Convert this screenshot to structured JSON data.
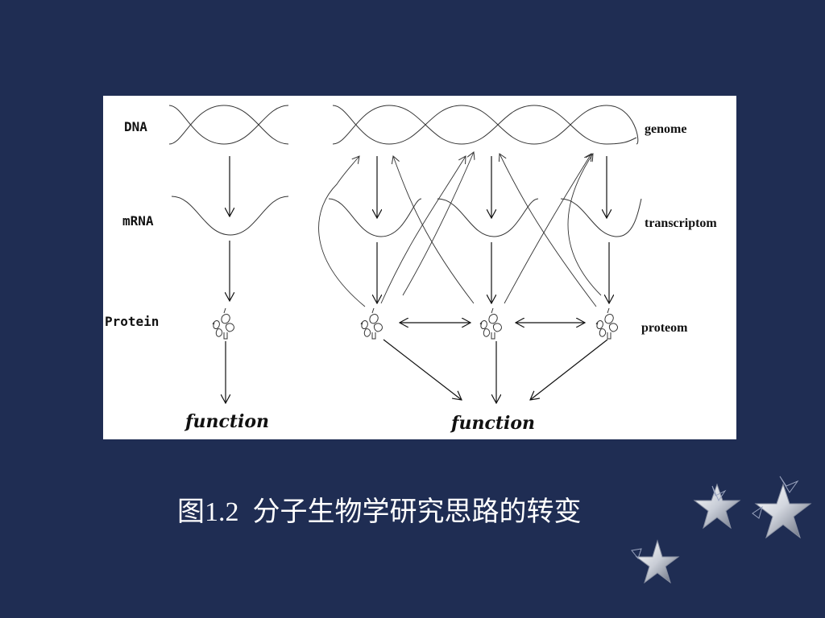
{
  "diagram": {
    "left_labels": {
      "dna": "DNA",
      "mrna": "mRNA",
      "protein": "Protein"
    },
    "right_labels": {
      "genome": "genome",
      "transcriptome": "transcriptom",
      "proteome": "proteom"
    },
    "function_left": "function",
    "function_right": "function"
  },
  "caption": "图1.2  分子生物学研究思路的转变",
  "colors": {
    "background": "#1f2d53",
    "figure_background": "#ffffff",
    "caption_text": "#ffffff"
  },
  "icons": [
    "star-icon",
    "star-icon",
    "star-icon"
  ]
}
